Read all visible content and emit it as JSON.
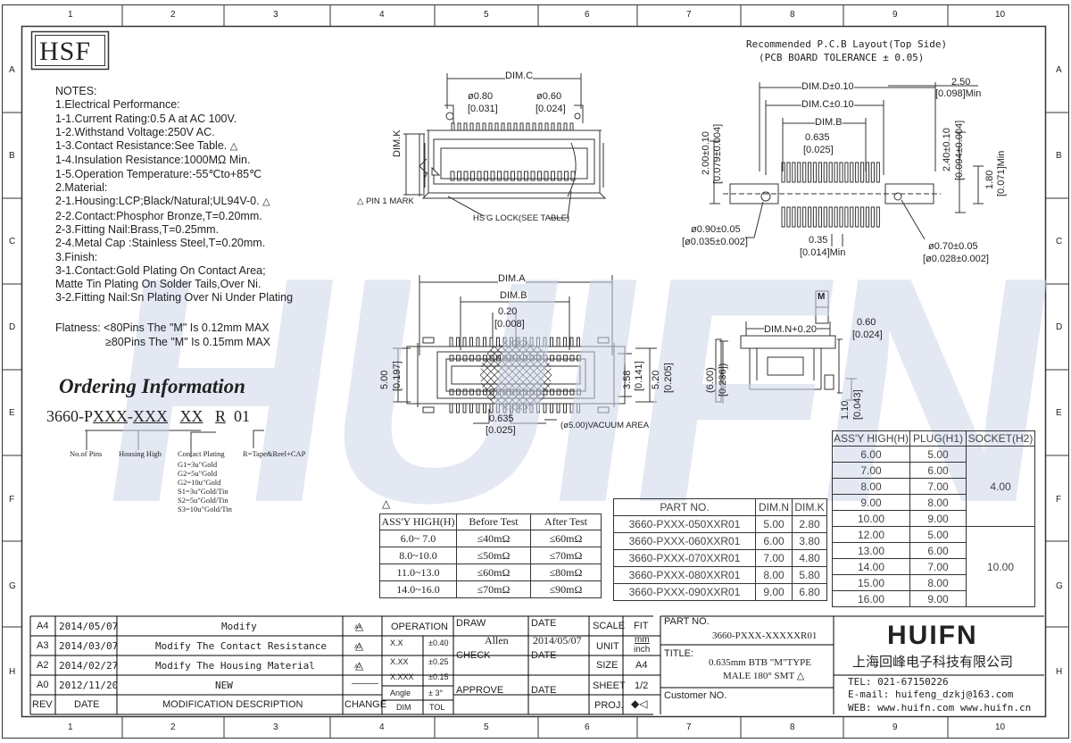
{
  "frame": {
    "columns": [
      "1",
      "2",
      "3",
      "4",
      "5",
      "6",
      "7",
      "8",
      "9",
      "10"
    ],
    "rows": [
      "A",
      "B",
      "C",
      "D",
      "E",
      "F",
      "G",
      "H"
    ]
  },
  "logo_hsf": "HSF",
  "watermark": "HUIFN",
  "notes": [
    "NOTES:",
    "1.Electrical Performance:",
    "1-1.Current Rating:0.5 A at AC 100V.",
    "1-2.Withstand Voltage:250V AC.",
    "1-3.Contact Resistance:See Table.",
    "1-4.Insulation Resistance:1000MΩ Min.",
    "1-5.Operation Temperature:-55℃to+85℃",
    "2.Material:",
    "2-1.Housing:LCP;Black/Natural;UL94V-0.",
    "2-2.Contact:Phosphor Bronze,T=0.20mm.",
    "2-3.Fitting Nail:Brass,T=0.25mm.",
    "2-4.Metal Cap :Stainless Steel,T=0.20mm.",
    "3.Finish:",
    "3-1.Contact:Gold Plating On Contact Area;",
    "      Matte Tin Plating On Solder Tails,Over Ni.",
    "3-2.Fitting Nail:Sn Plating Over Ni Under Plating"
  ],
  "flatness": [
    "Flatness: <80Pins The \"M\" Is 0.12mm MAX",
    "≥80Pins The \"M\" Is 0.15mm MAX"
  ],
  "ordering": {
    "title": "Ordering Information",
    "code": [
      "3660-P",
      "XXX",
      "-",
      "XXX",
      "XX",
      "R",
      "01"
    ],
    "labels": {
      "pins": "No.of Pins",
      "housing": "Housing High",
      "plating": "Contact Plating",
      "tape": "R=Tape&Reel+CAP"
    },
    "plating_options": [
      "G1=3u\"Gold",
      "G2=5u\"Gold",
      "G2=10u\"Gold",
      "S1=3u\"Gold/Tin",
      "S2=5u\"Gold/Tin",
      "S3=10u\"Gold/Tin"
    ]
  },
  "pcb": {
    "title": "Recommended P.C.B Layout(Top Side)",
    "tolerance": "(PCB BOARD TOLERANCE ± 0.05)",
    "dims": {
      "dim_d": "DIM.D±0.10",
      "dim_c": "DIM.C±0.10",
      "dim_b": "DIM.B",
      "pitch": "0.635",
      "pitch_in": "[0.025]",
      "d250": "2.50",
      "d250_in": "[0.098]Min",
      "h200": "2.00±0.10",
      "h200_in": "[0.079±0.004]",
      "h240": "2.40±0.10",
      "h240_in": "[0.094±0.004]",
      "h180": "1.80",
      "h180_in": "[0.071]Min",
      "hole1": "ø0.90±0.05",
      "hole1_in": "[ø0.035±0.002]",
      "w035": "0.35",
      "w035_in": "[0.014]Min",
      "hole2": "ø0.70±0.05",
      "hole2_in": "[ø0.028±0.002]"
    }
  },
  "topview": {
    "dim_c": "DIM.C",
    "d080": "ø0.80",
    "d080_in": "[0.031]",
    "d060": "ø0.60",
    "d060_in": "[0.024]",
    "dim_k": "DIM.K",
    "pin1": "PIN 1 MARK",
    "lock": "HS'G LOCK(SEE TABLE)"
  },
  "bottomview": {
    "dim_a": "DIM.A",
    "dim_b": "DIM.B",
    "d020": "0.20",
    "d020_in": "[0.008]",
    "h500": "5.00",
    "h500_in": "[0.197]",
    "h358": "3.58",
    "h358_in": "[0.141]",
    "h520": "5.20",
    "h520_in": "[0.205]",
    "p0635": "0.635",
    "p0635_in": "[0.025]",
    "vacuum": "(ø5.00)VACUUM AREA"
  },
  "sideview": {
    "dim_n": "DIM.N+0.20",
    "d060": "0.60",
    "d060_in": "[0.024]",
    "h600": "(6.00)",
    "h600_in": "[0.236])",
    "h110": "1.10",
    "h110_in": "[0.043]",
    "m": "M"
  },
  "resistance_table": {
    "headers": [
      "ASS'Y HIGH(H)",
      "Before Test",
      "After Test"
    ],
    "rows": [
      [
        "6.0~ 7.0",
        "≤40mΩ",
        "≤60mΩ"
      ],
      [
        "8.0~10.0",
        "≤50mΩ",
        "≤70mΩ"
      ],
      [
        "11.0~13.0",
        "≤60mΩ",
        "≤80mΩ"
      ],
      [
        "14.0~16.0",
        "≤70mΩ",
        "≤90mΩ"
      ]
    ]
  },
  "part_table": {
    "headers": [
      "PART NO.",
      "DIM.N",
      "DIM.K"
    ],
    "rows": [
      [
        "3660-PXXX-050XXR01",
        "5.00",
        "2.80"
      ],
      [
        "3660-PXXX-060XXR01",
        "6.00",
        "3.80"
      ],
      [
        "3660-PXXX-070XXR01",
        "7.00",
        "4.80"
      ],
      [
        "3660-PXXX-080XXR01",
        "8.00",
        "5.80"
      ],
      [
        "3660-PXXX-090XXR01",
        "9.00",
        "6.80"
      ]
    ]
  },
  "height_table": {
    "headers": [
      "ASS'Y HIGH(H)",
      "PLUG(H1)",
      "SOCKET(H2)"
    ],
    "group1": [
      [
        "6.00",
        "5.00"
      ],
      [
        "7.00",
        "6.00"
      ],
      [
        "8.00",
        "7.00"
      ],
      [
        "9.00",
        "8.00"
      ],
      [
        "10.00",
        "9.00"
      ]
    ],
    "group1_socket": "4.00",
    "group2": [
      [
        "12.00",
        "5.00"
      ],
      [
        "13.00",
        "6.00"
      ],
      [
        "14.00",
        "7.00"
      ],
      [
        "15.00",
        "8.00"
      ],
      [
        "16.00",
        "9.00"
      ]
    ],
    "group2_socket": "10.00"
  },
  "revisions": {
    "rows": [
      {
        "rev": "A4",
        "date": "2014/05/07",
        "desc": "Modify",
        "change": "A4"
      },
      {
        "rev": "A3",
        "date": "2014/03/07",
        "desc": "Modify The Contact Resistance",
        "change": "A3"
      },
      {
        "rev": "A2",
        "date": "2014/02/27",
        "desc": "Modify The Housing Material",
        "change": "A2"
      },
      {
        "rev": "A0",
        "date": "2012/11/20",
        "desc": "NEW",
        "change": "———"
      }
    ],
    "header": {
      "rev": "REV",
      "date": "DATE",
      "desc": "MODIFICATION DESCRIPTION",
      "change": "CHANGE"
    }
  },
  "title_block": {
    "operation": "OPERATION",
    "tol": [
      [
        "X.X",
        "±0.40"
      ],
      [
        "X.XX",
        "±0.25"
      ],
      [
        "X.XXX",
        "±0.15"
      ],
      [
        "Angle",
        "± 3°"
      ]
    ],
    "dim": "DIM",
    "tol_label": "TOL",
    "draw": "DRAW",
    "drawer": "Allen",
    "check": "CHECK",
    "approve": "APPROVE",
    "date": "DATE",
    "draw_date": "2014/05/07",
    "scale": "SCALE",
    "scale_val": "FIT",
    "unit": "UNIT",
    "unit_val": [
      "mm",
      "inch"
    ],
    "size": "SIZE",
    "size_val": "A4",
    "sheet": "SHEET",
    "sheet_val": "1/2",
    "proj": "PROJ.",
    "part_no_label": "PART NO.",
    "part_no": "3660-PXXX-XXXXXR01",
    "title_label": "TITLE:",
    "title": [
      "0.635mm BTB \"M\"TYPE",
      "MALE 180° SMT"
    ],
    "customer": "Customer NO."
  },
  "company": {
    "logo": "HUIFN",
    "name": "上海回峰电子科技有限公司",
    "tel": "TEL: 021-67150226",
    "email": "E-mail: huifeng_dzkj@163.com",
    "web": "WEB: www.huifn.com  www.huifn.cn"
  }
}
